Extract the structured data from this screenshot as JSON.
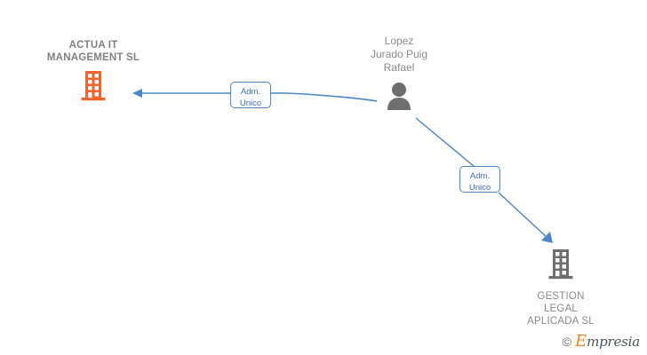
{
  "graph": {
    "nodes": [
      {
        "id": "actua",
        "type": "company",
        "label": "ACTUA IT\nMANAGEMENT SL",
        "icon": "building-icon",
        "color": "#F4622B",
        "label_color": "#808080"
      },
      {
        "id": "person",
        "type": "person",
        "label": "Lopez\nJurado Puig\nRafael",
        "icon": "person-icon",
        "color": "#6E6E6E",
        "label_color": "#8A8A8A"
      },
      {
        "id": "gestion",
        "type": "company",
        "label": "GESTION\nLEGAL\nAPLICADA SL",
        "icon": "building-icon",
        "color": "#6E6E6E",
        "label_color": "#8A8A8A"
      }
    ],
    "edges": [
      {
        "id": "edge-person-actua",
        "from": "person",
        "to": "actua",
        "label": "Adm.\nUnico",
        "color": "#4A86C8"
      },
      {
        "id": "edge-person-gestion",
        "from": "person",
        "to": "gestion",
        "label": "Adm.\nUnico",
        "color": "#4A86C8"
      }
    ]
  },
  "watermark": {
    "copyright": "©",
    "brand_initial": "E",
    "brand_rest": "mpresia",
    "brand_color": "#F1861F"
  }
}
